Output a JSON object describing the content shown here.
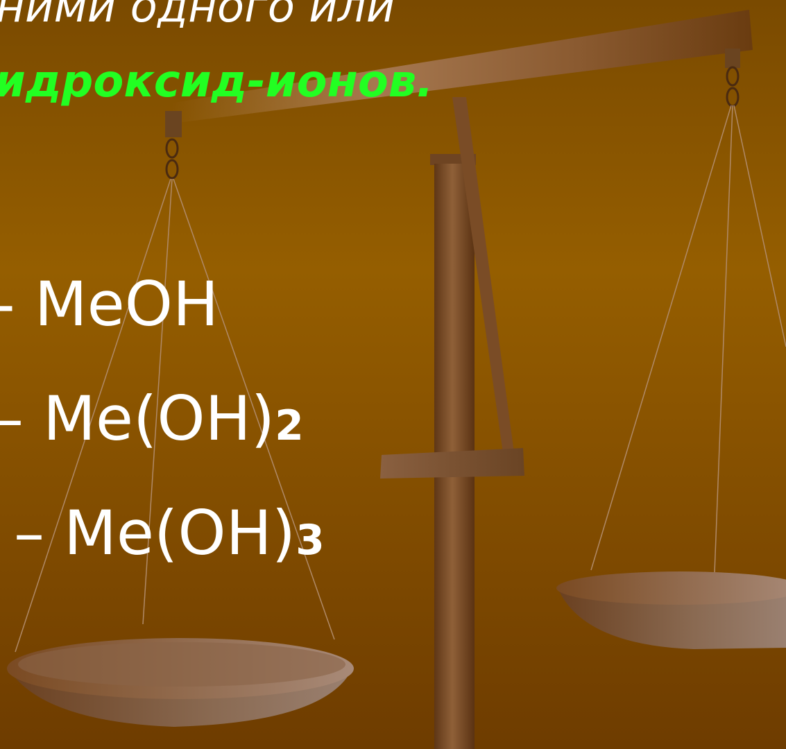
{
  "slide": {
    "heading_line1": "ними одного или",
    "heading_line2": "идроксид-ионов.",
    "formula1": "- MeOH",
    "formula2_main": "– Me(OH)",
    "formula2_sub": "2",
    "formula3_main": "– Me(OH)",
    "formula3_sub": "3"
  },
  "colors": {
    "background_top": "#7a4a00",
    "background_mid": "#955e00",
    "background_bottom": "#6e3c00",
    "heading_green": "#22ff22",
    "text_white": "#ffffff"
  },
  "icons": [
    "balance-scale-icon"
  ]
}
